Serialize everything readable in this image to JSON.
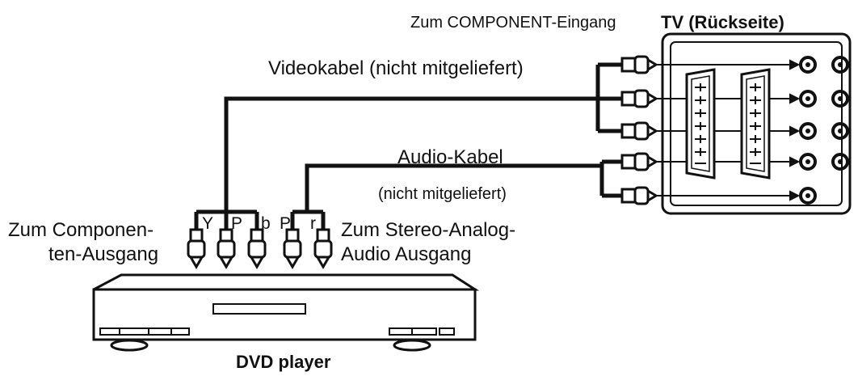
{
  "labels": {
    "component_input": "Zum COMPONENT-Eingang",
    "tv_back": "TV (Rückseite)",
    "video_cable": "Videokabel (nicht mitgeliefert)",
    "audio_cable": "Audio-Kabel",
    "audio_not_supplied": "(nicht mitgeliefert)",
    "component_output_line1": "Zum Componen-",
    "component_output_line2": "ten-Ausgang",
    "stereo_audio_line1": "Zum Stereo-Analog-",
    "stereo_audio_line2": "Audio Ausgang",
    "dvd_player": "DVD player",
    "plug_y": "Y",
    "plug_p": "P",
    "plug_b": "b",
    "plug_p2": "P",
    "plug_r": "r"
  },
  "colors": {
    "line": "#111111",
    "background": "#ffffff",
    "device_fill": "#ffffff"
  }
}
